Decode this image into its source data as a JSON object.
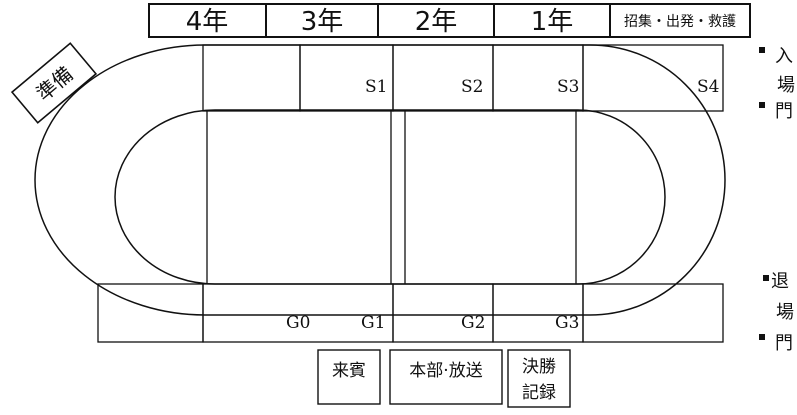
{
  "grades": {
    "g4": "4年",
    "g3": "3年",
    "g2": "2年",
    "g1": "1年",
    "officials": "招集・出発・救護"
  },
  "prep": "準備",
  "seats": {
    "s1": "S1",
    "s2": "S2",
    "s3": "S3",
    "s4": "S4",
    "g0": "G0",
    "g1": "G1",
    "g2": "G2",
    "g3": "G3"
  },
  "entrance": {
    "c1": "入",
    "c2": "場",
    "c3": "門"
  },
  "exit": {
    "c1": "退",
    "c2": "場",
    "c3": "門"
  },
  "tents": {
    "guests": "来賓",
    "hq": "本部·放送",
    "record_l1": "決勝",
    "record_l2": "記録"
  }
}
